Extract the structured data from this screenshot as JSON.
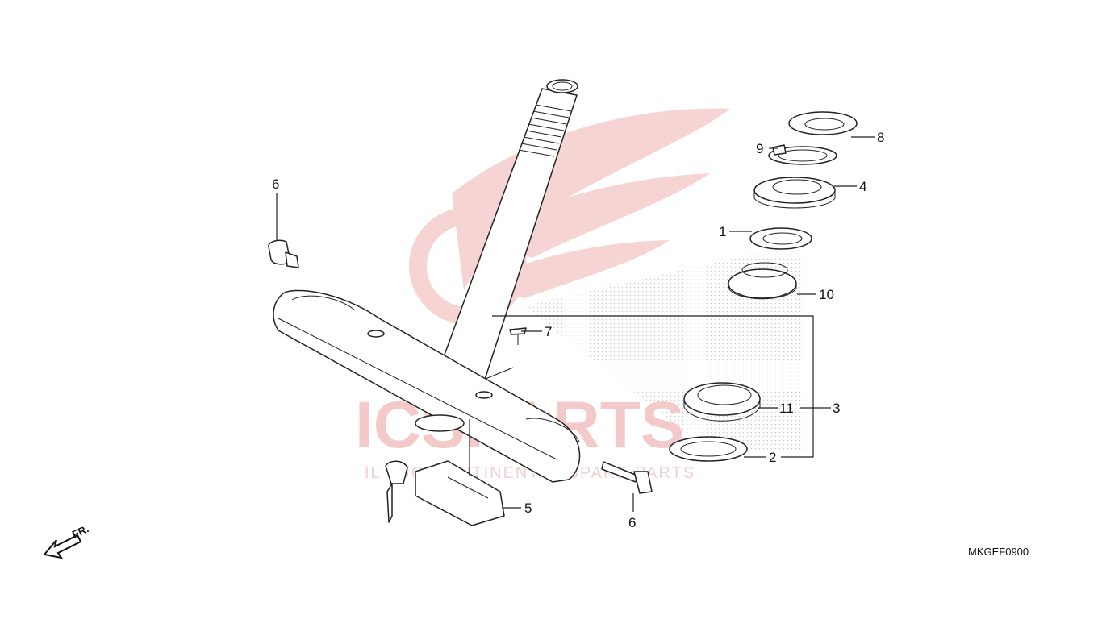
{
  "diagram": {
    "code": "MKGEF0900",
    "direction_label": "FR.",
    "colors": {
      "line": "#222222",
      "watermark": "#f4c9c9",
      "background": "#ffffff"
    },
    "callouts": [
      {
        "id": "c8",
        "text": "8"
      },
      {
        "id": "c9",
        "text": "9"
      },
      {
        "id": "c4",
        "text": "4"
      },
      {
        "id": "c1",
        "text": "1"
      },
      {
        "id": "c10",
        "text": "10"
      },
      {
        "id": "c7",
        "text": "7"
      },
      {
        "id": "c11",
        "text": "11"
      },
      {
        "id": "c3",
        "text": "3"
      },
      {
        "id": "c2",
        "text": "2"
      },
      {
        "id": "c6a",
        "text": "6"
      },
      {
        "id": "c6b",
        "text": "6"
      },
      {
        "id": "c5",
        "text": "5"
      }
    ]
  },
  "watermark": {
    "brand": "ICSPARTS",
    "tagline": "IL TUO CONTINENTAL SPARE PARTS"
  }
}
